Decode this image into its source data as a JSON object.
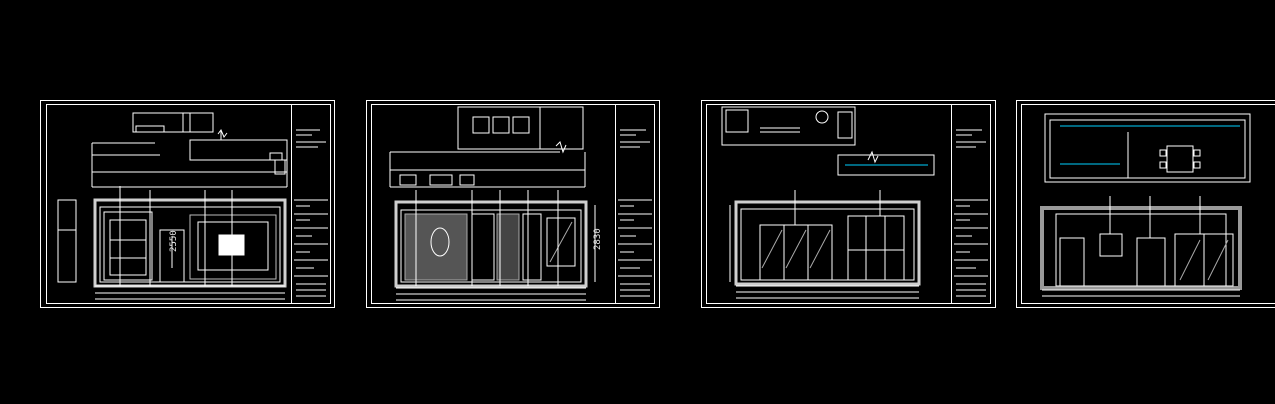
{
  "viewport": {
    "background": "#000000",
    "line_color": "#ffffff",
    "accent_color": "#00d0ff",
    "hatch_color": "#9a9a9a"
  },
  "sheets": [
    {
      "id": "sheet-1",
      "dimension_labels": [
        "2550"
      ]
    },
    {
      "id": "sheet-2",
      "dimension_labels": [
        "2830"
      ]
    },
    {
      "id": "sheet-3",
      "dimension_labels": []
    },
    {
      "id": "sheet-4",
      "dimension_labels": []
    }
  ]
}
